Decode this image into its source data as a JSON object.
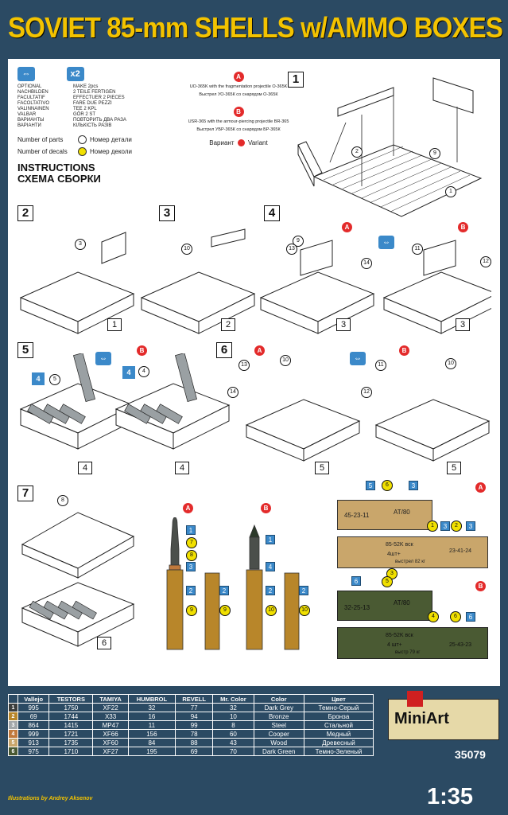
{
  "header": {
    "title": "SOVIET 85-mm SHELLS w/AMMO BOXES"
  },
  "legend": {
    "badge_one": "",
    "badge_two": "x2",
    "rows": [
      {
        "label": "OPTIONAL",
        "value": "MAKE 2pcs"
      },
      {
        "label": "NACHBILDEN",
        "value": "2 TEILE FERTIGEN"
      },
      {
        "label": "FACULTATIF",
        "value": "EFFECTUER 2 PIECES"
      },
      {
        "label": "FACOLTATIVO",
        "value": "FARE DUE PEZZI"
      },
      {
        "label": "VALINNAINEN",
        "value": "TEE 2 KPL"
      },
      {
        "label": "VALBAR",
        "value": "GÖR 2 ST"
      },
      {
        "label": "ВАРИАНТЫ",
        "value": "ПОВТОРИТЬ ДВА РАЗА"
      },
      {
        "label": "ВАРІАНТИ",
        "value": "КІЛЬКІСТЬ РАЗІВ"
      }
    ],
    "parts_label": "Number of parts",
    "parts_ru": "Номер детали",
    "decals_label": "Number of decals",
    "decals_ru": "Номер деколи",
    "instructions_en": "INSTRUCTIONS",
    "instructions_ru": "СХЕМА СБОРКИ"
  },
  "variants": {
    "a_mark": "A",
    "a_line1": "UO-365K with the fragmentation projectile O-365K",
    "a_line2": "Выстрел УО-365К со снарядом О-365К",
    "b_mark": "B",
    "b_line1": "USR-365 with the armour-piercing projectile BR-365",
    "b_line2": "Выстрел УБР-365К со снарядом БР-365К",
    "legend_ru": "Вариант",
    "legend_en": "Variant"
  },
  "steps": {
    "s1": "1",
    "s2": "2",
    "s3": "3",
    "s4": "4",
    "s5": "5",
    "s6": "6",
    "s7": "7"
  },
  "callouts": {
    "c1": "1",
    "c2": "2",
    "c3": "3",
    "c4": "4",
    "c5": "5",
    "c6": "6",
    "c7": "7",
    "c8": "8",
    "c9": "9",
    "c10": "10",
    "c11": "11",
    "c12": "12",
    "c13": "13",
    "c14": "14",
    "mult": "4",
    "mark_a": "A",
    "mark_b": "B"
  },
  "boxes": {
    "box1_stencil": "45-23-11",
    "box1_stencil2": "AT/80",
    "box2_stencil": "85-52K вск",
    "box2_stencil2": "4шт+",
    "box2_stencil3": "23-41-24",
    "box2_stencil4": "выстрел 82 кг",
    "box3_stencil": "32-25-13",
    "box3_stencil2": "AT/80",
    "box4_stencil": "85-52K вск",
    "box4_stencil2": "4 шт+",
    "box4_stencil3": "25-43-23",
    "box4_stencil4": "выстр 79 кг"
  },
  "paint_table": {
    "headers": [
      "",
      "Vallejo",
      "TESTORS",
      "TAMIYA",
      "HUMBROL",
      "REVELL",
      "Mr. Color",
      "Color",
      "Цвет"
    ],
    "rows": [
      {
        "n": "1",
        "swatch": "#3b3d3c",
        "vallejo": "995",
        "testors": "1750",
        "tamiya": "XF22",
        "humbrol": "32",
        "revell": "77",
        "mrcolor": "32",
        "color": "Dark Grey",
        "ru": "Темно-Серый"
      },
      {
        "n": "2",
        "swatch": "#b8862a",
        "vallejo": "69",
        "testors": "1744",
        "tamiya": "X33",
        "humbrol": "16",
        "revell": "94",
        "mrcolor": "10",
        "color": "Bronze",
        "ru": "Бронза"
      },
      {
        "n": "3",
        "swatch": "#a3a7a9",
        "vallejo": "864",
        "testors": "1415",
        "tamiya": "MP47",
        "humbrol": "11",
        "revell": "99",
        "mrcolor": "8",
        "color": "Steel",
        "ru": "Стальной"
      },
      {
        "n": "4",
        "swatch": "#c0793c",
        "vallejo": "999",
        "testors": "1721",
        "tamiya": "XF66",
        "humbrol": "156",
        "revell": "78",
        "mrcolor": "60",
        "color": "Cooper",
        "ru": "Медный"
      },
      {
        "n": "5",
        "swatch": "#c9a66b",
        "vallejo": "913",
        "testors": "1735",
        "tamiya": "XF60",
        "humbrol": "84",
        "revell": "88",
        "mrcolor": "43",
        "color": "Wood",
        "ru": "Древесный"
      },
      {
        "n": "6",
        "swatch": "#4a5a33",
        "vallejo": "975",
        "testors": "1710",
        "tamiya": "XF27",
        "humbrol": "195",
        "revell": "69",
        "mrcolor": "70",
        "color": "Dark Green",
        "ru": "Темно-Зеленый"
      }
    ]
  },
  "brand": {
    "logo": "MiniArt",
    "code": "35079",
    "scale": "1:35",
    "credit": "Illustrations by Andrey Aksenov"
  }
}
